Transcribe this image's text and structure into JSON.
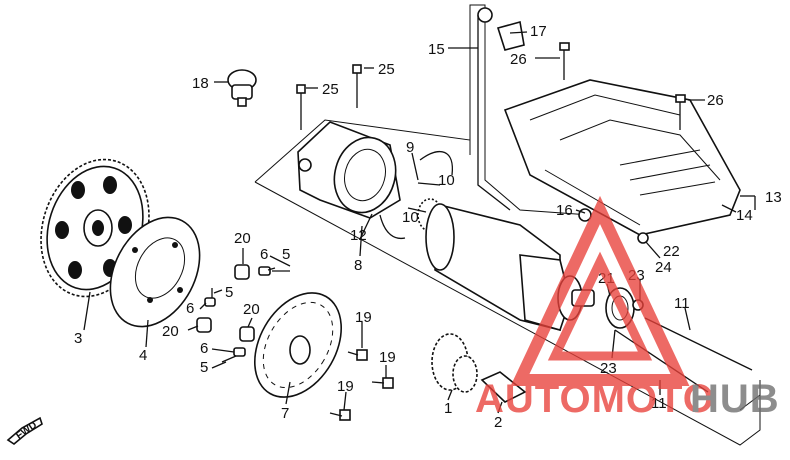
{
  "labels": {
    "l1": "1",
    "l2": "2",
    "l3": "3",
    "l4": "4",
    "l5a": "5",
    "l5b": "5",
    "l5c": "5",
    "l6a": "6",
    "l6b": "6",
    "l6c": "6",
    "l7": "7",
    "l8": "8",
    "l9": "9",
    "l10a": "10",
    "l10b": "10",
    "l11a": "11",
    "l11b": "11",
    "l12": "12",
    "l13": "13",
    "l14": "14",
    "l15": "15",
    "l16": "16",
    "l17": "17",
    "l18": "18",
    "l19a": "19",
    "l19b": "19",
    "l19c": "19",
    "l20a": "20",
    "l20b": "20",
    "l20c": "20",
    "l21": "21",
    "l22": "22",
    "l23a": "23",
    "l23b": "23",
    "l24": "24",
    "l25a": "25",
    "l25b": "25",
    "l26a": "26",
    "l26b": "26"
  },
  "fwd_label": "FWD",
  "watermark": {
    "text_a": "AUTOMOTO",
    "text_b": "HUB",
    "color_red": "#e8413a",
    "color_grey": "#6e6e6e"
  }
}
